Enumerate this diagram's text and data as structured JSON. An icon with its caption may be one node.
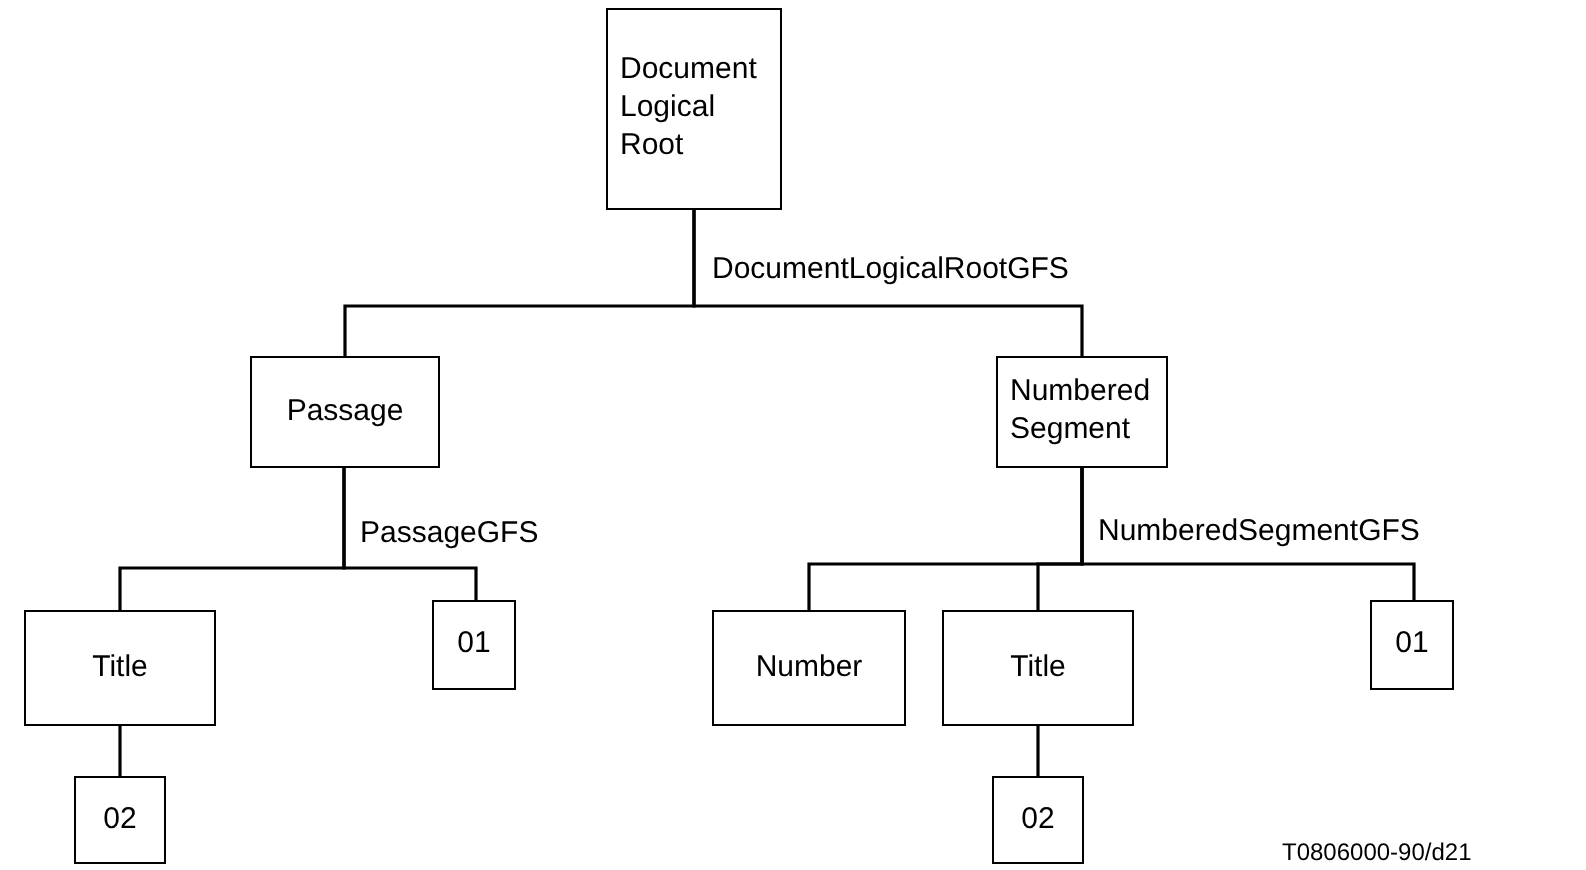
{
  "diagram": {
    "nodes": [
      {
        "text": [
          "Document Logical Root"
        ]
      },
      {
        "text": [
          "Passage"
        ]
      },
      {
        "text": [
          "Numbered Segment"
        ]
      },
      {
        "text": [
          "Title"
        ]
      },
      {
        "text": [
          "01"
        ]
      },
      {
        "text": [
          "Number"
        ]
      },
      {
        "text": [
          "Title"
        ]
      },
      {
        "text": [
          "01"
        ]
      },
      {
        "text": [
          "02"
        ]
      },
      {
        "text": [
          "02"
        ]
      }
    ],
    "edges": [
      {
        "from": 0,
        "to": 1,
        "arrow": "none",
        "label": "DocumentLogicalRootGFS"
      },
      {
        "from": 0,
        "to": 2,
        "arrow": "none"
      },
      {
        "from": 1,
        "to": 3,
        "arrow": "none",
        "label": "PassageGFS"
      },
      {
        "from": 1,
        "to": 4,
        "arrow": "none"
      },
      {
        "from": 2,
        "to": 5,
        "arrow": "none",
        "label": "NumberedSegmentGFS"
      },
      {
        "from": 2,
        "to": 6,
        "arrow": "none"
      },
      {
        "from": 2,
        "to": 7,
        "arrow": "none"
      },
      {
        "from": 3,
        "to": 8,
        "arrow": "none"
      },
      {
        "from": 6,
        "to": 9,
        "arrow": "none"
      }
    ],
    "labels": [
      "T0806000-90/d21"
    ]
  }
}
